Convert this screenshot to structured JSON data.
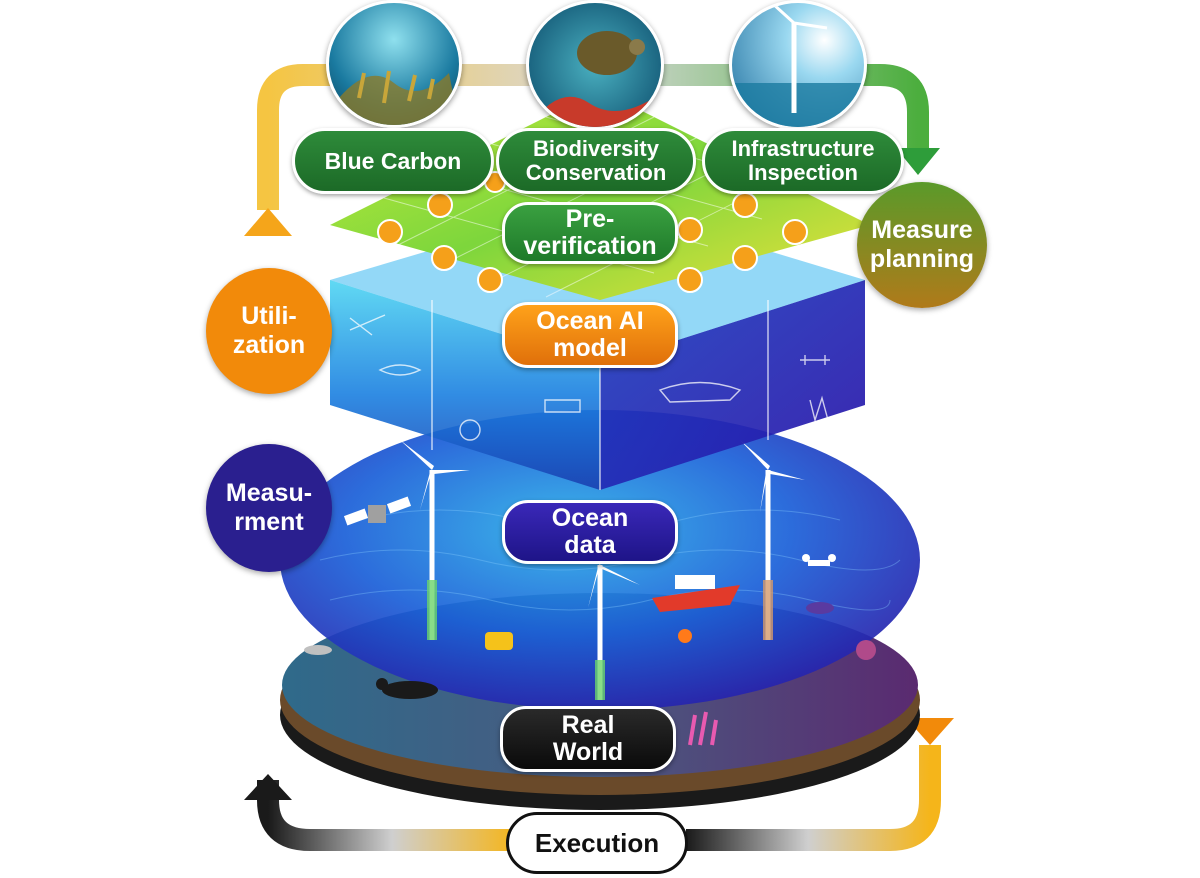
{
  "topics": [
    {
      "label": "Blue Carbon",
      "photo_icon": "seagrass-photo-icon"
    },
    {
      "label": "Biodiversity\nConservation",
      "photo_icon": "sea-turtle-photo-icon"
    },
    {
      "label": "Infrastructure\nInspection",
      "photo_icon": "offshore-wind-turbine-photo-icon"
    }
  ],
  "layers": {
    "pre_verification": "Pre-\nverification",
    "ocean_ai_model": "Ocean AI\nmodel",
    "ocean_data": "Ocean\ndata",
    "real_world": "Real\nWorld"
  },
  "cycle": {
    "measure_planning": "Measure\nplanning",
    "utilization": "Utili-\nzation",
    "measurement": "Measu-\nrment",
    "execution": "Execution"
  },
  "colors": {
    "green": "#2e8b3a",
    "orange": "#f28a0a",
    "navy": "#2a1f8f",
    "black": "#1a1a1a",
    "yellow": "#f5d21a"
  },
  "scene_icons": [
    "satellite-icon",
    "wind-turbine-icon",
    "research-vessel-icon",
    "diver-icon",
    "drone-icon",
    "underwater-robot-icon",
    "fish-icon",
    "coral-icon",
    "buoy-icon"
  ]
}
